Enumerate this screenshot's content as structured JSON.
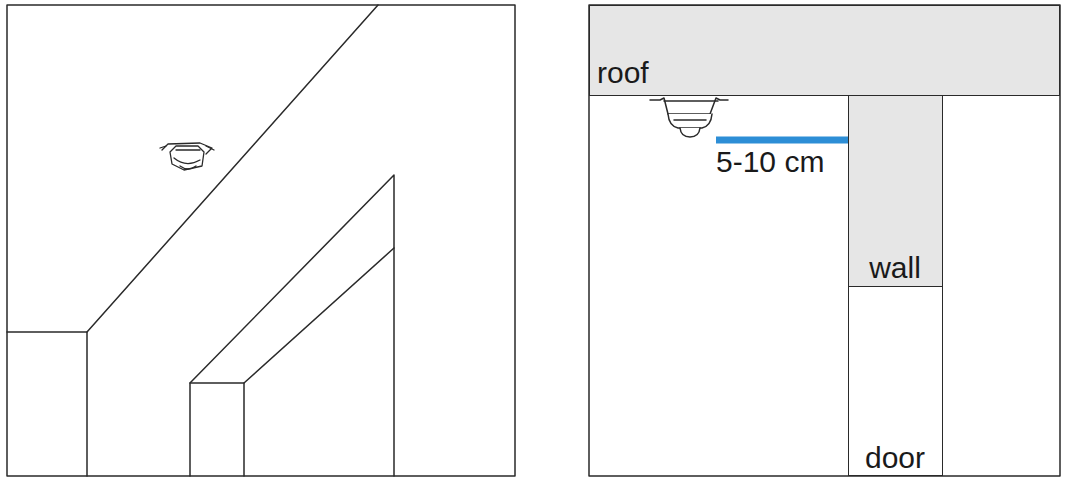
{
  "diagram": {
    "nodes": [
      {
        "text": [
          "roof"
        ]
      },
      {
        "text": [
          "wall"
        ]
      },
      {
        "text": [
          "door"
        ]
      }
    ],
    "labels": [
      "5-10 cm"
    ]
  }
}
